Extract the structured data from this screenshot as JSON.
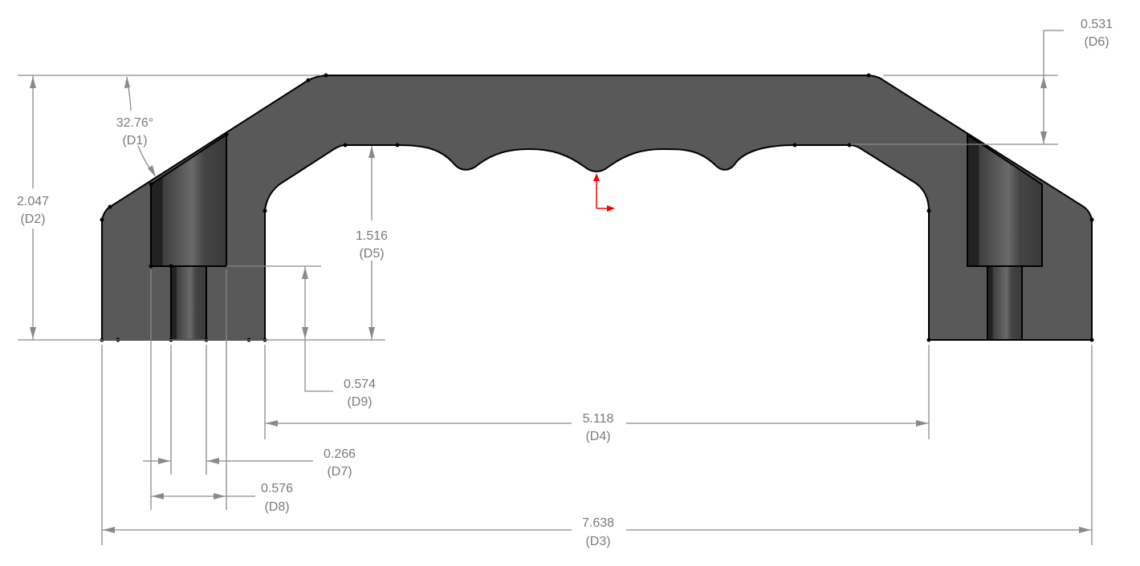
{
  "drawing": {
    "dimensions": [
      {
        "id": "D1",
        "value": "32.76°",
        "label": "(D1)"
      },
      {
        "id": "D2",
        "value": "2.047",
        "label": "(D2)"
      },
      {
        "id": "D3",
        "value": "7.638",
        "label": "(D3)"
      },
      {
        "id": "D4",
        "value": "5.118",
        "label": "(D4)"
      },
      {
        "id": "D5",
        "value": "1.516",
        "label": "(D5)"
      },
      {
        "id": "D6",
        "value": "0.531",
        "label": "(D6)"
      },
      {
        "id": "D7",
        "value": "0.266",
        "label": "(D7)"
      },
      {
        "id": "D8",
        "value": "0.576",
        "label": "(D8)"
      },
      {
        "id": "D9",
        "value": "0.574",
        "label": "(D9)"
      }
    ],
    "colors": {
      "body": "#595959",
      "bore": "#404040",
      "bore_dark": "#222222",
      "dimension": "#8a8a8a",
      "origin_axis": "#ff0000"
    }
  }
}
